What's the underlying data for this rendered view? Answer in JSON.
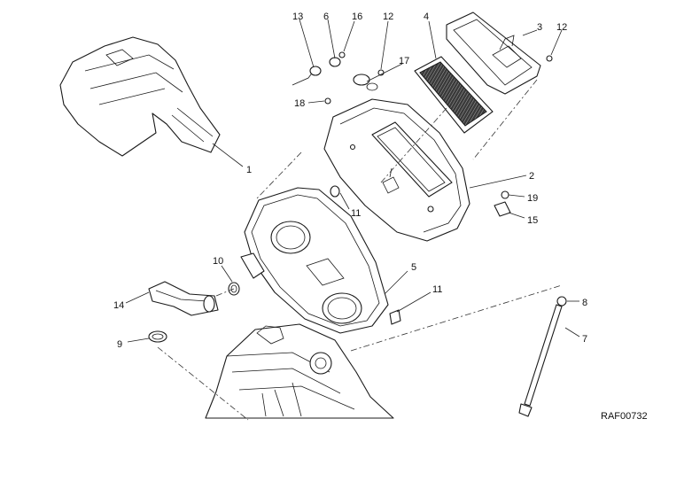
{
  "diagram": {
    "reference_code": "RAF00732",
    "callouts": [
      {
        "id": "c1",
        "label": "1"
      },
      {
        "id": "c2",
        "label": "2"
      },
      {
        "id": "c3",
        "label": "3"
      },
      {
        "id": "c4",
        "label": "4"
      },
      {
        "id": "c5",
        "label": "5"
      },
      {
        "id": "c6",
        "label": "6"
      },
      {
        "id": "c7",
        "label": "7"
      },
      {
        "id": "c8",
        "label": "8"
      },
      {
        "id": "c9",
        "label": "9"
      },
      {
        "id": "c10",
        "label": "10"
      },
      {
        "id": "c11a",
        "label": "11"
      },
      {
        "id": "c11b",
        "label": "11"
      },
      {
        "id": "c12a",
        "label": "12"
      },
      {
        "id": "c12b",
        "label": "12"
      },
      {
        "id": "c13",
        "label": "13"
      },
      {
        "id": "c14",
        "label": "14"
      },
      {
        "id": "c15",
        "label": "15"
      },
      {
        "id": "c16",
        "label": "16"
      },
      {
        "id": "c17",
        "label": "17"
      },
      {
        "id": "c18",
        "label": "18"
      },
      {
        "id": "c19",
        "label": "19"
      }
    ]
  }
}
